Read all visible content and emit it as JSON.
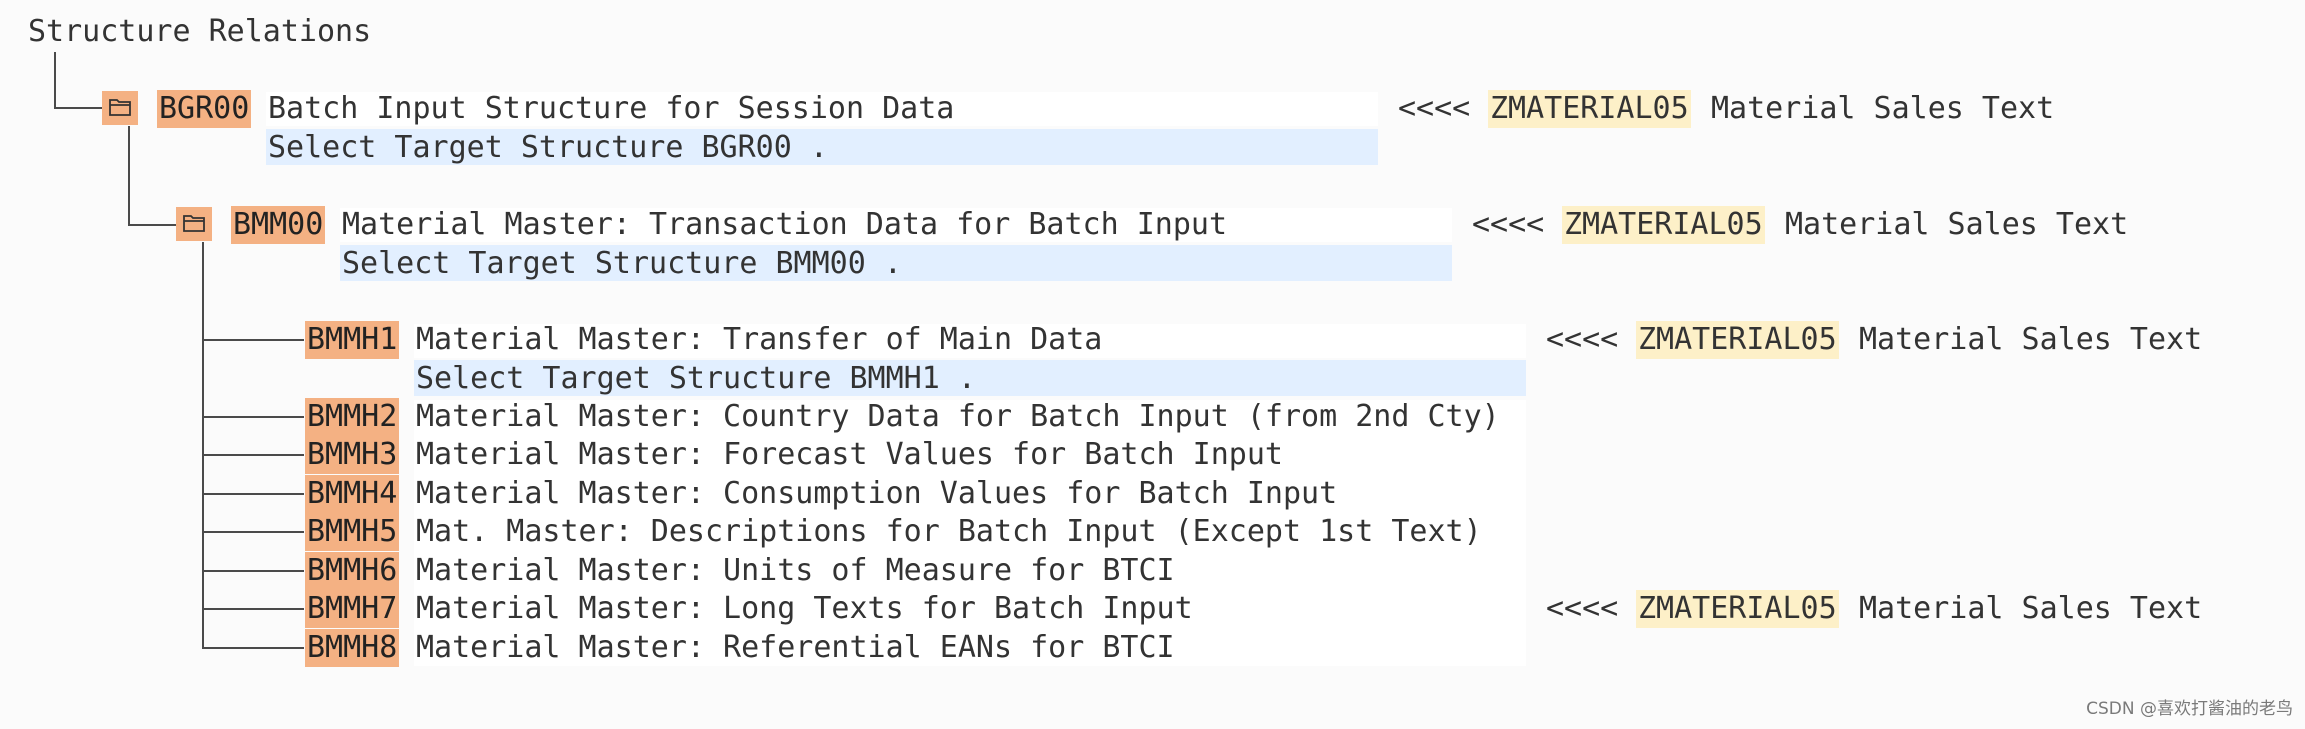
{
  "title": "Structure Relations",
  "bgr00": {
    "code": "BGR00",
    "desc": "Batch Input Structure for Session Data",
    "select": "Select Target Structure BGR00 .",
    "arrows": "<<<<",
    "zmat": "ZMATERIAL05",
    "mtext": "Material Sales Text"
  },
  "bmm00": {
    "code": "BMM00",
    "desc": "Material Master: Transaction Data for Batch Input",
    "select": "Select Target Structure BMM00 .",
    "arrows": "<<<<",
    "zmat": "ZMATERIAL05",
    "mtext": "Material Sales Text"
  },
  "bmmh1": {
    "code": "BMMH1",
    "desc": "Material Master: Transfer of Main Data",
    "select": "Select Target Structure BMMH1 .",
    "arrows": "<<<<",
    "zmat": "ZMATERIAL05",
    "mtext": "Material Sales Text"
  },
  "rows": [
    {
      "code": "BMMH2",
      "desc": "Material Master: Country Data for Batch Input (from 2nd Cty)"
    },
    {
      "code": "BMMH3",
      "desc": "Material Master: Forecast Values for Batch Input"
    },
    {
      "code": "BMMH4",
      "desc": "Material Master: Consumption Values for Batch Input"
    },
    {
      "code": "BMMH5",
      "desc": "Mat. Master: Descriptions for Batch Input (Except 1st Text)"
    },
    {
      "code": "BMMH6",
      "desc": "Material Master: Units of Measure for BTCI"
    },
    {
      "code": "BMMH7",
      "desc": "Material Master: Long Texts for Batch Input"
    },
    {
      "code": "BMMH8",
      "desc": "Material Master: Referential EANs for BTCI"
    }
  ],
  "bmmh7_mapping": {
    "arrows": "<<<<",
    "zmat": "ZMATERIAL05",
    "mtext": "Material Sales Text"
  },
  "watermark": "CSDN @喜欢打酱油的老鸟",
  "colors": {
    "code_bg": "#f4b183",
    "select_bg": "#e2efff",
    "zmat_bg": "#fdf0c8"
  }
}
